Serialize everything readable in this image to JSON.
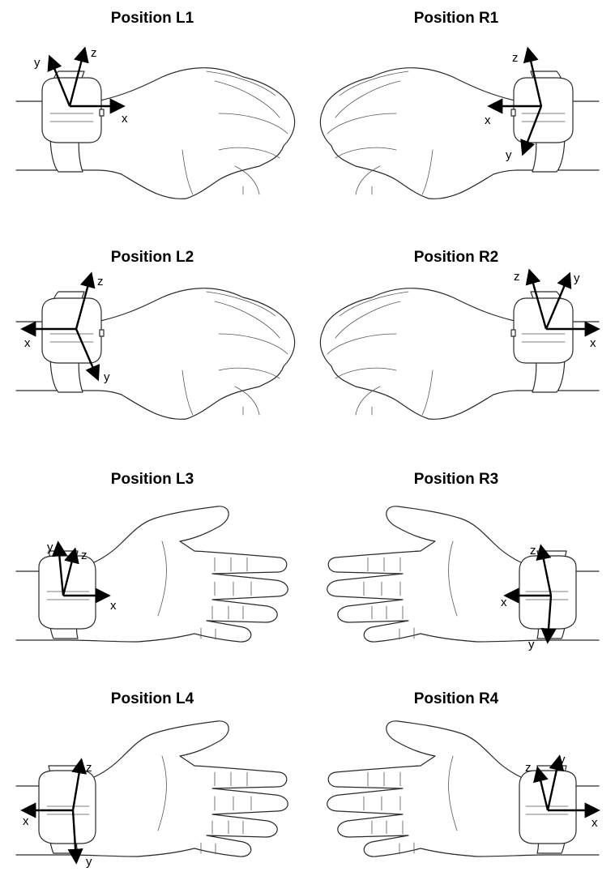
{
  "panels": [
    {
      "id": "L1",
      "title": "Position L1",
      "axes": [
        {
          "label": "x"
        },
        {
          "label": "y"
        },
        {
          "label": "z"
        }
      ]
    },
    {
      "id": "R1",
      "title": "Position R1",
      "axes": [
        {
          "label": "x"
        },
        {
          "label": "y"
        },
        {
          "label": "z"
        }
      ]
    },
    {
      "id": "L2",
      "title": "Position L2",
      "axes": [
        {
          "label": "x"
        },
        {
          "label": "y"
        },
        {
          "label": "z"
        }
      ]
    },
    {
      "id": "R2",
      "title": "Position R2",
      "axes": [
        {
          "label": "x"
        },
        {
          "label": "y"
        },
        {
          "label": "z"
        }
      ]
    },
    {
      "id": "L3",
      "title": "Position L3",
      "axes": [
        {
          "label": "x"
        },
        {
          "label": "y"
        },
        {
          "label": "z"
        }
      ]
    },
    {
      "id": "R3",
      "title": "Position R3",
      "axes": [
        {
          "label": "x"
        },
        {
          "label": "y"
        },
        {
          "label": "z"
        }
      ]
    },
    {
      "id": "L4",
      "title": "Position  L4",
      "axes": [
        {
          "label": "x"
        },
        {
          "label": "y"
        },
        {
          "label": "z"
        }
      ]
    },
    {
      "id": "R4",
      "title": "Position R4",
      "axes": [
        {
          "label": "x"
        },
        {
          "label": "y"
        },
        {
          "label": "z"
        }
      ]
    }
  ]
}
